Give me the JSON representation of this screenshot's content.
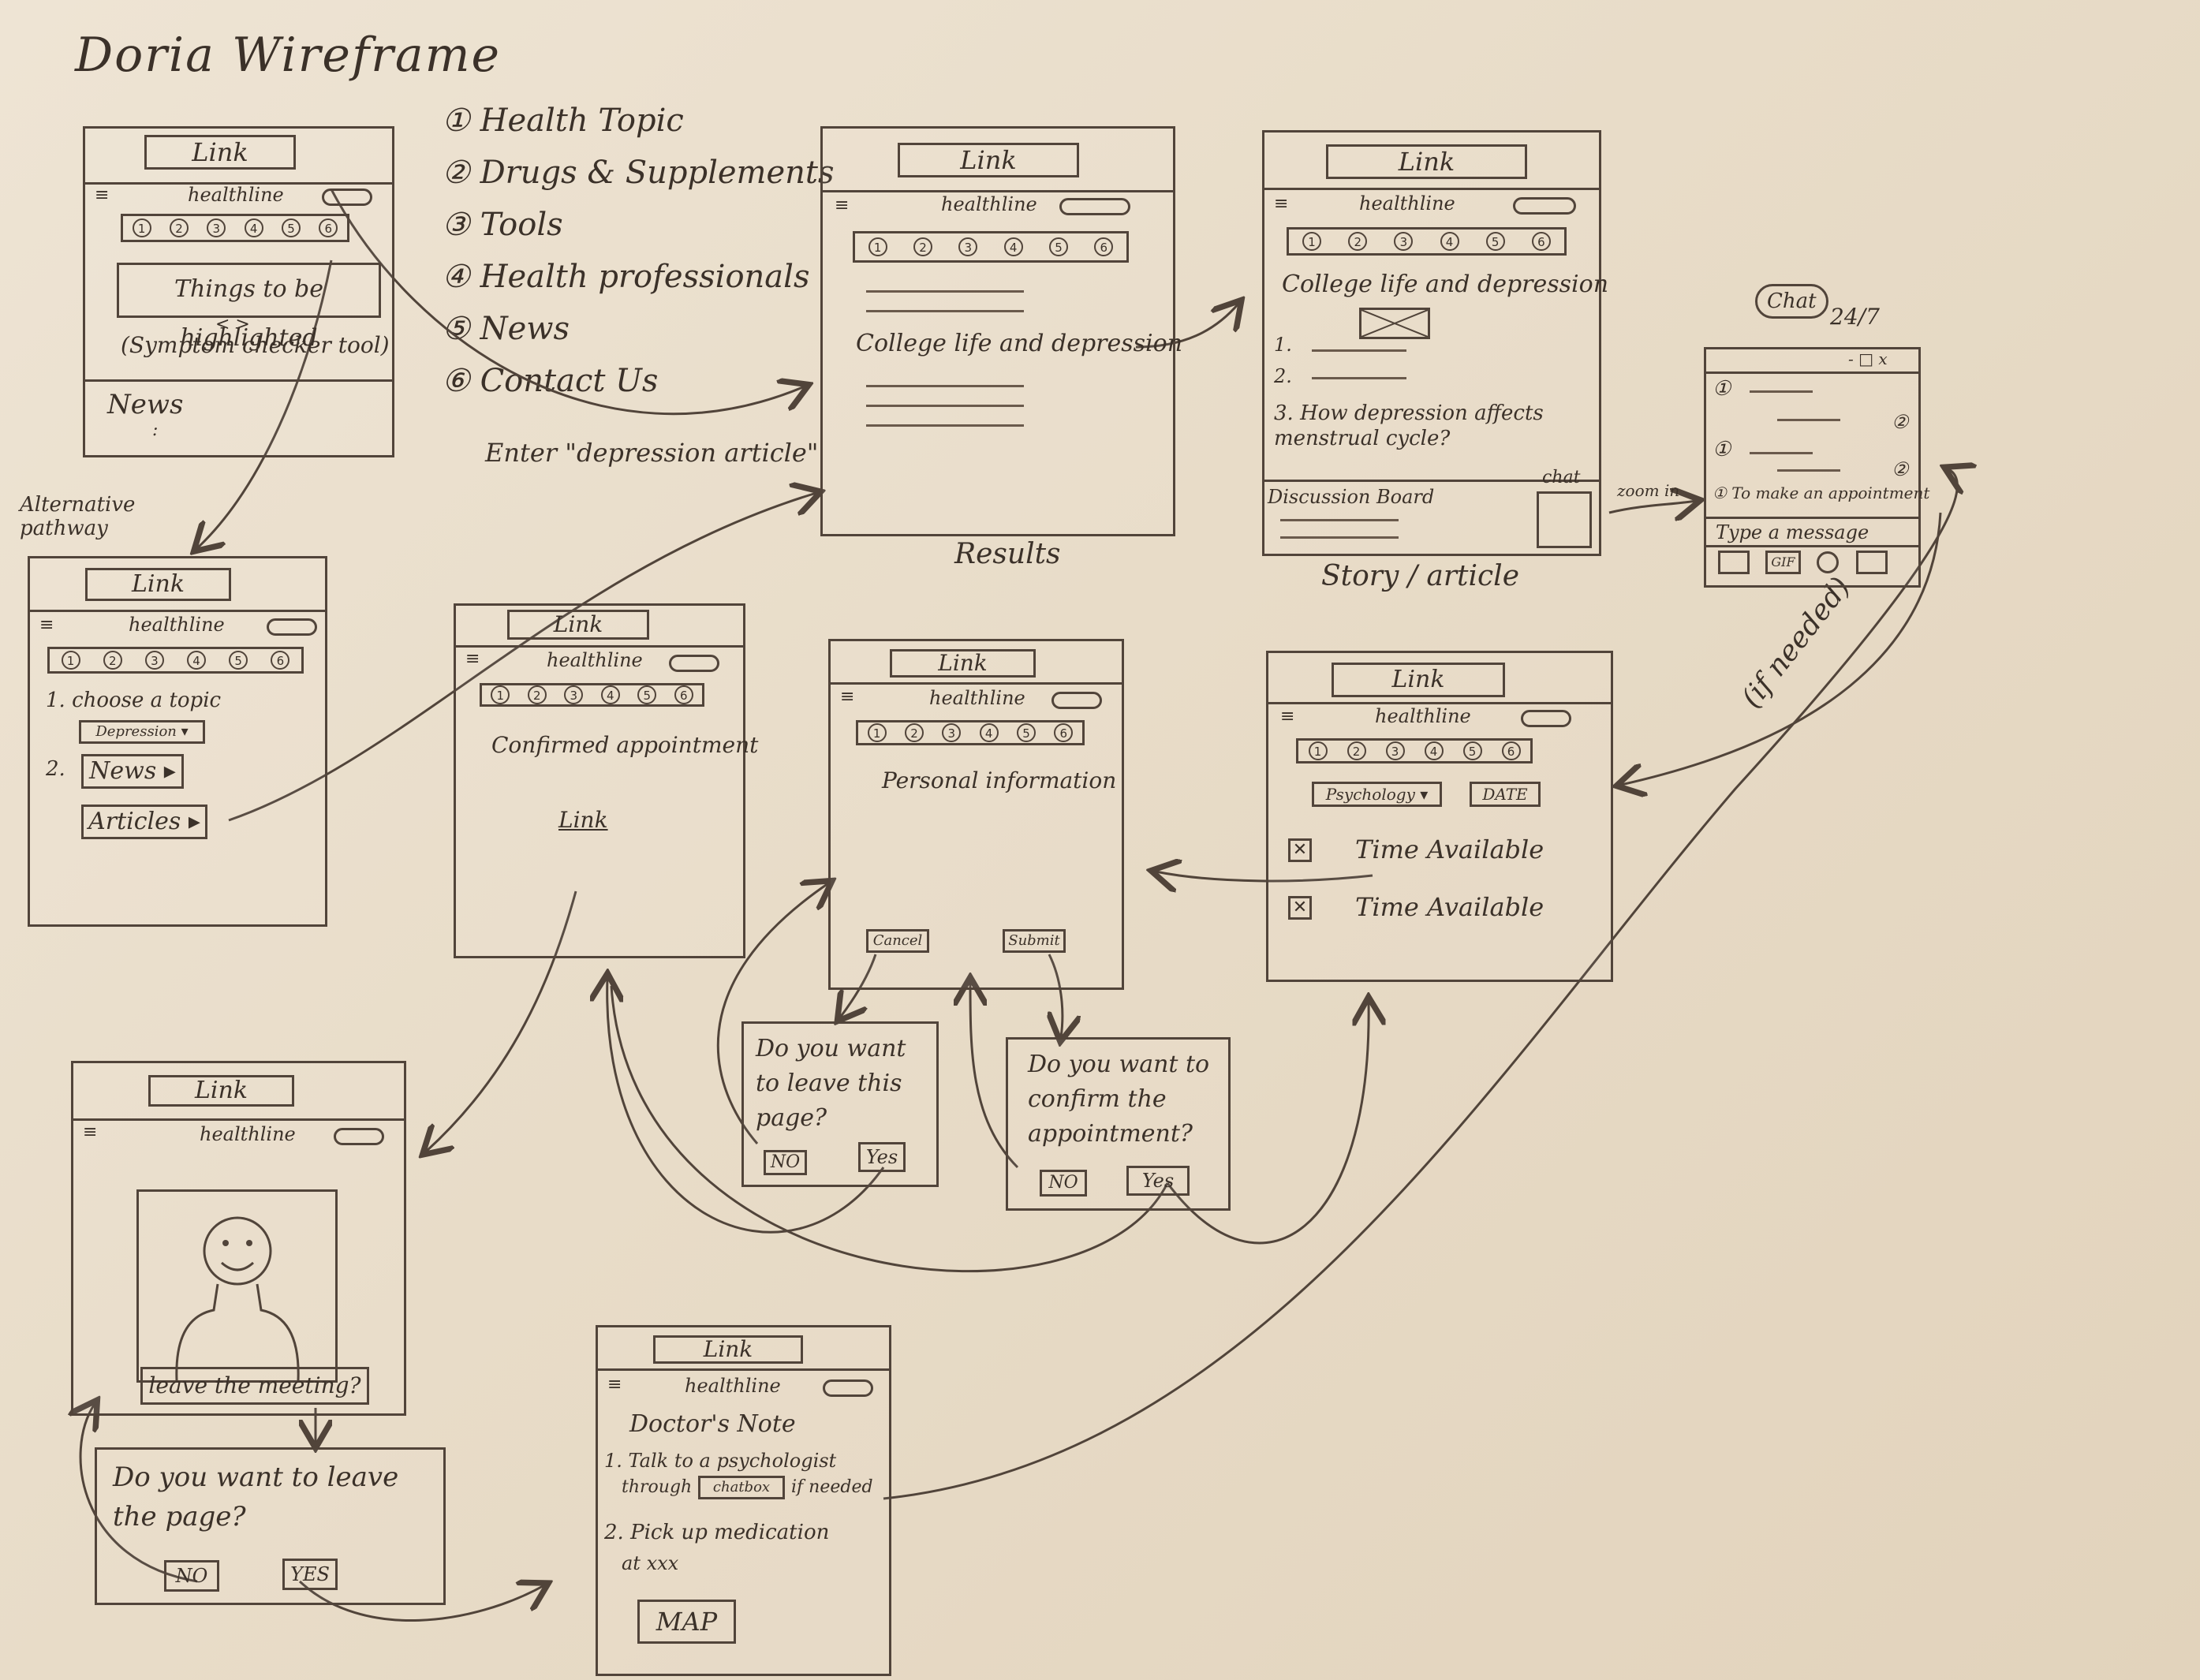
{
  "title": "Doria Wireframe",
  "legend": [
    "① Health Topic",
    "② Drugs & Supplements",
    "③ Tools",
    "④ Health professionals",
    "⑤ News",
    "⑥ Contact Us"
  ],
  "common": {
    "link": "Link",
    "brand": "healthline",
    "menu": "≡",
    "pills": [
      "1",
      "2",
      "3",
      "4",
      "5",
      "6"
    ]
  },
  "annotations": {
    "enter_search": "Enter \"depression article\"",
    "alternative_pathway": "Alternative pathway",
    "zoom_in": "zoom in",
    "if_needed": "(if needed)",
    "results_caption": "Results",
    "story_caption": "Story / article",
    "chat_bubble": "Chat",
    "chat_247": "24/7"
  },
  "home": {
    "highlight": "Things to be highlighted",
    "arrows": "< >",
    "symptom_tool": "(Symptom checker tool)",
    "news": "News",
    "dots": ":"
  },
  "alternative": {
    "step1": "1. choose a topic",
    "dropdown": "Depression",
    "step2": "2.",
    "news_btn": "News",
    "articles_btn": "Articles"
  },
  "results": {
    "article_link": "College life and depression"
  },
  "story": {
    "heading": "College life and depression",
    "item1": "1.",
    "item2": "2.",
    "item3": "3. How depression affects menstrual cycle?",
    "discussion": "Discussion Board",
    "chat": "chat"
  },
  "chat_window": {
    "controls": "- □ x",
    "line1": "①",
    "line2": "①",
    "appointment": "① To make an appointment",
    "right_badge1": "②",
    "right_badge2": "②",
    "input": "Type a message",
    "icons": [
      "gallery-icon",
      "gif-icon",
      "emoji-icon",
      "camera-icon"
    ],
    "gif": "GIF"
  },
  "confirmed": {
    "heading": "Confirmed appointment",
    "link": "Link"
  },
  "personal": {
    "heading": "Personal information",
    "cancel": "Cancel",
    "submit": "Submit"
  },
  "booking": {
    "dropdown": "Psychology",
    "date": "DATE",
    "time1": "Time Available",
    "time2": "Time Available"
  },
  "dialog_leave": {
    "question": "Do you want to leave this page?",
    "no": "NO",
    "yes": "Yes"
  },
  "dialog_confirm": {
    "question": "Do you want to confirm the appointment?",
    "no": "NO",
    "yes": "Yes"
  },
  "video": {
    "leave": "leave the meeting?"
  },
  "dialog_video_leave": {
    "question": "Do you want to leave the page?",
    "no": "NO",
    "yes": "YES"
  },
  "doctor_note": {
    "heading": "Doctor's Note",
    "item1a": "1. Talk to a psychologist",
    "item1b_pre": "through",
    "item1b_box": "chatbox",
    "item1b_post": "if needed",
    "item2a": "2. Pick up medication",
    "item2b": "at xxx",
    "map": "MAP"
  }
}
